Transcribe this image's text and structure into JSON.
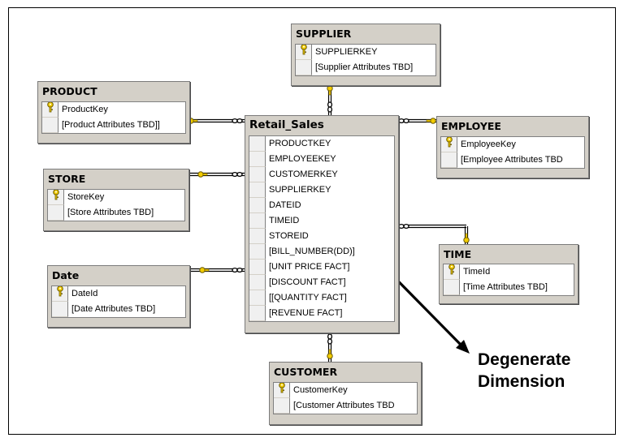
{
  "diagram": {
    "tables": {
      "supplier": {
        "title": "SUPPLIER",
        "rows": [
          {
            "key": true,
            "label": "SUPPLIERKEY"
          },
          {
            "key": false,
            "label": "[Supplier Attributes TBD]"
          }
        ]
      },
      "product": {
        "title": "PRODUCT",
        "rows": [
          {
            "key": true,
            "label": "ProductKey"
          },
          {
            "key": false,
            "label": "[Product Attributes TBD]]"
          }
        ]
      },
      "employee": {
        "title": "EMPLOYEE",
        "rows": [
          {
            "key": true,
            "label": "EmployeeKey"
          },
          {
            "key": false,
            "label": "[Employee Attributes TBD"
          }
        ]
      },
      "store": {
        "title": "STORE",
        "rows": [
          {
            "key": true,
            "label": "StoreKey"
          },
          {
            "key": false,
            "label": "[Store Attributes TBD]"
          }
        ]
      },
      "time": {
        "title": "TIME",
        "rows": [
          {
            "key": true,
            "label": "TimeId"
          },
          {
            "key": false,
            "label": "[Time Attributes TBD]"
          }
        ]
      },
      "date": {
        "title": "Date",
        "rows": [
          {
            "key": true,
            "label": "DateId"
          },
          {
            "key": false,
            "label": "[Date Attributes TBD]"
          }
        ]
      },
      "customer": {
        "title": "CUSTOMER",
        "rows": [
          {
            "key": true,
            "label": "CustomerKey"
          },
          {
            "key": false,
            "label": "[Customer Attributes TBD"
          }
        ]
      },
      "retail_sales": {
        "title": "Retail_Sales",
        "rows": [
          {
            "key": false,
            "label": "PRODUCTKEY"
          },
          {
            "key": false,
            "label": "EMPLOYEEKEY"
          },
          {
            "key": false,
            "label": "CUSTOMERKEY"
          },
          {
            "key": false,
            "label": "SUPPLIERKEY"
          },
          {
            "key": false,
            "label": "DATEID"
          },
          {
            "key": false,
            "label": "TIMEID"
          },
          {
            "key": false,
            "label": "STOREID"
          },
          {
            "key": false,
            "label": "[BILL_NUMBER(DD)]"
          },
          {
            "key": false,
            "label": "[UNIT PRICE FACT]"
          },
          {
            "key": false,
            "label": "[DISCOUNT FACT]"
          },
          {
            "key": false,
            "label": "[[QUANTITY FACT]"
          },
          {
            "key": false,
            "label": "[REVENUE FACT]"
          }
        ]
      }
    },
    "annotation": {
      "line1": "Degenerate",
      "line2": "Dimension"
    },
    "colors": {
      "table_fill": "#d4d0c8",
      "key_icon": "#e8c000",
      "link": "#000000"
    }
  }
}
